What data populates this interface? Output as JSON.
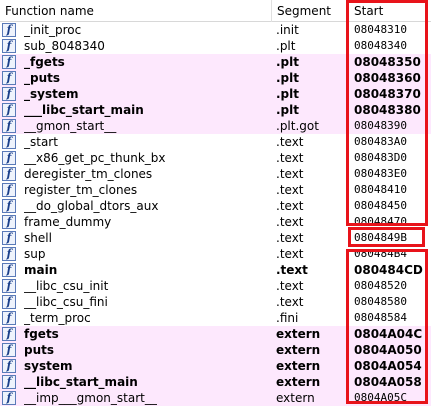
{
  "header": {
    "function_name": "Function name",
    "segment": "Segment",
    "start": "Start"
  },
  "colors": {
    "imported_row_bg": "#fde8fd",
    "highlight_border": "#e8131a",
    "icon_color": "#1a3f8a"
  },
  "icon": {
    "name": "function-icon",
    "glyph": "f"
  },
  "rows": [
    {
      "name": "_init_proc",
      "segment": ".init",
      "start": "08048310",
      "bold": false,
      "imported": false
    },
    {
      "name": "sub_8048340",
      "segment": ".plt",
      "start": "08048340",
      "bold": false,
      "imported": false
    },
    {
      "name": "_fgets",
      "segment": ".plt",
      "start": "08048350",
      "bold": true,
      "imported": true
    },
    {
      "name": "_puts",
      "segment": ".plt",
      "start": "08048360",
      "bold": true,
      "imported": true
    },
    {
      "name": "_system",
      "segment": ".plt",
      "start": "08048370",
      "bold": true,
      "imported": true
    },
    {
      "name": "___libc_start_main",
      "segment": ".plt",
      "start": "08048380",
      "bold": true,
      "imported": true
    },
    {
      "name": "__gmon_start__",
      "segment": ".plt.got",
      "start": "08048390",
      "bold": false,
      "imported": true
    },
    {
      "name": "_start",
      "segment": ".text",
      "start": "080483A0",
      "bold": false,
      "imported": false
    },
    {
      "name": "__x86_get_pc_thunk_bx",
      "segment": ".text",
      "start": "080483D0",
      "bold": false,
      "imported": false
    },
    {
      "name": "deregister_tm_clones",
      "segment": ".text",
      "start": "080483E0",
      "bold": false,
      "imported": false
    },
    {
      "name": "register_tm_clones",
      "segment": ".text",
      "start": "08048410",
      "bold": false,
      "imported": false
    },
    {
      "name": "__do_global_dtors_aux",
      "segment": ".text",
      "start": "08048450",
      "bold": false,
      "imported": false
    },
    {
      "name": "frame_dummy",
      "segment": ".text",
      "start": "08048470",
      "bold": false,
      "imported": false
    },
    {
      "name": "shell",
      "segment": ".text",
      "start": "0804849B",
      "bold": false,
      "imported": false
    },
    {
      "name": "sup",
      "segment": ".text",
      "start": "080484B4",
      "bold": false,
      "imported": false
    },
    {
      "name": "main",
      "segment": ".text",
      "start": "080484CD",
      "bold": true,
      "imported": false
    },
    {
      "name": "__libc_csu_init",
      "segment": ".text",
      "start": "08048520",
      "bold": false,
      "imported": false
    },
    {
      "name": "__libc_csu_fini",
      "segment": ".text",
      "start": "08048580",
      "bold": false,
      "imported": false
    },
    {
      "name": "_term_proc",
      "segment": ".fini",
      "start": "08048584",
      "bold": false,
      "imported": false
    },
    {
      "name": "fgets",
      "segment": "extern",
      "start": "0804A04C",
      "bold": true,
      "imported": true
    },
    {
      "name": "puts",
      "segment": "extern",
      "start": "0804A050",
      "bold": true,
      "imported": true
    },
    {
      "name": "system",
      "segment": "extern",
      "start": "0804A054",
      "bold": true,
      "imported": true
    },
    {
      "name": "__libc_start_main",
      "segment": "extern",
      "start": "0804A058",
      "bold": true,
      "imported": true
    },
    {
      "name": "__imp___gmon_start__",
      "segment": "extern",
      "start": "0804A05C",
      "bold": false,
      "imported": true
    }
  ]
}
